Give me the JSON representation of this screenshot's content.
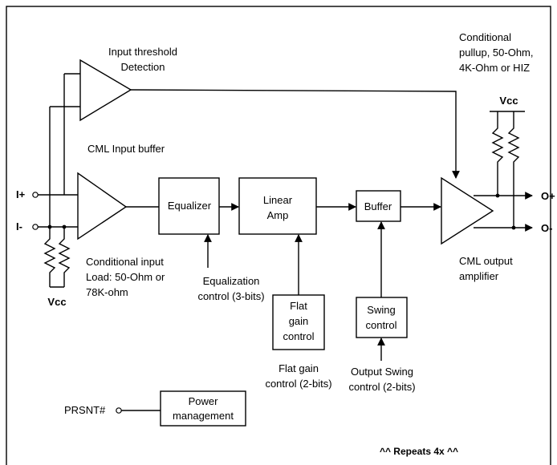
{
  "labels": {
    "threshold": [
      "Input threshold",
      "Detection"
    ],
    "pullup": [
      "Conditional",
      "pullup, 50-Ohm,",
      "4K-Ohm or HIZ"
    ],
    "vcc_top": "Vcc",
    "cml_input_buffer": "CML Input buffer",
    "in_plus": "I+",
    "in_minus": "I-",
    "out_plus": "O+",
    "out_minus": "O-",
    "equalizer": "Equalizer",
    "linear_amp": [
      "Linear",
      "Amp"
    ],
    "buffer": "Buffer",
    "cml_output": [
      "CML output",
      "amplifier"
    ],
    "input_load": [
      "Conditional input",
      "Load: 50-Ohm or",
      "78K-ohm"
    ],
    "vcc_bottom": "Vcc",
    "eq_control": [
      "Equalization",
      "control (3-bits)"
    ],
    "flat_gain_box": [
      "Flat",
      "gain",
      "control"
    ],
    "flat_gain_caption": [
      "Flat gain",
      "control (2-bits)"
    ],
    "swing_box": [
      "Swing",
      "control"
    ],
    "swing_caption": [
      "Output Swing",
      "control (2-bits)"
    ],
    "prsnt": "PRSNT#",
    "power": [
      "Power",
      "management"
    ],
    "repeats": "^^ Repeats 4x ^^"
  }
}
